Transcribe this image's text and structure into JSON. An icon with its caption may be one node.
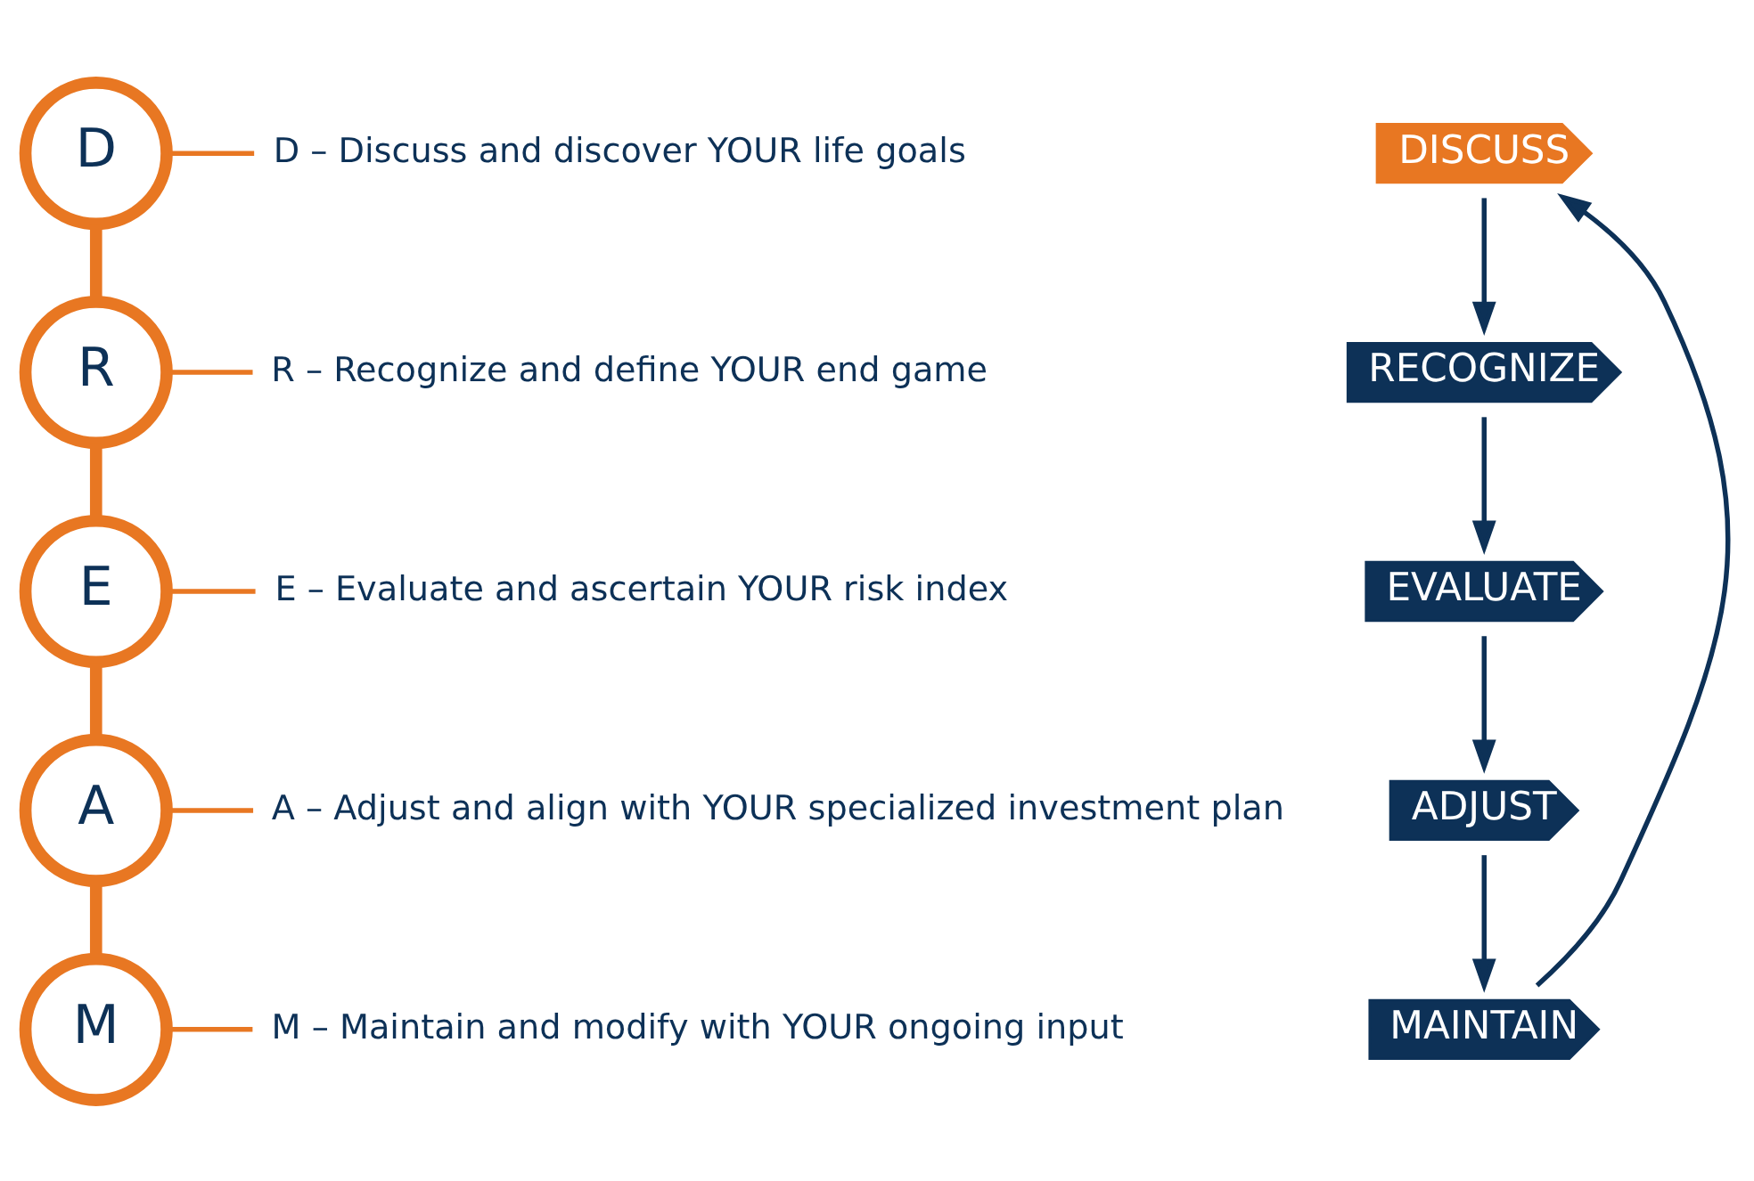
{
  "diagram": {
    "nodes": [
      {
        "text": [
          "D"
        ],
        "beside": [
          "D – Discuss and discover YOUR life goals"
        ]
      },
      {
        "text": [
          "R"
        ],
        "beside": [
          "R – Recognize and define YOUR end game"
        ]
      },
      {
        "text": [
          "E"
        ],
        "beside": [
          "E – Evaluate and ascertain YOUR risk index"
        ]
      },
      {
        "text": [
          "A"
        ],
        "beside": [
          "A – Adjust and align with YOUR specialized investment plan"
        ]
      },
      {
        "text": [
          "M"
        ],
        "beside": [
          "M – Maintain and modify with YOUR ongoing input"
        ]
      },
      {
        "text": [
          "DISCUSS"
        ]
      },
      {
        "text": [
          "RECOGNIZE"
        ]
      },
      {
        "text": [
          "EVALUATE"
        ]
      },
      {
        "text": [
          "ADJUST"
        ]
      },
      {
        "text": [
          "MAINTAIN"
        ]
      }
    ],
    "edges": [
      {
        "from": 0,
        "to": 1,
        "arrow": "none",
        "style": "thick",
        "color": "#e87722"
      },
      {
        "from": 1,
        "to": 2,
        "arrow": "none",
        "style": "thick",
        "color": "#e87722"
      },
      {
        "from": 2,
        "to": 3,
        "arrow": "none",
        "style": "thick",
        "color": "#e87722"
      },
      {
        "from": 3,
        "to": 4,
        "arrow": "none",
        "style": "thick",
        "color": "#e87722"
      },
      {
        "from": 5,
        "to": 6,
        "arrow": "to"
      },
      {
        "from": 6,
        "to": 7,
        "arrow": "to"
      },
      {
        "from": 7,
        "to": 8,
        "arrow": "to"
      },
      {
        "from": 8,
        "to": 9,
        "arrow": "to"
      },
      {
        "from": 9,
        "to": 5,
        "arrow": "to"
      }
    ]
  }
}
